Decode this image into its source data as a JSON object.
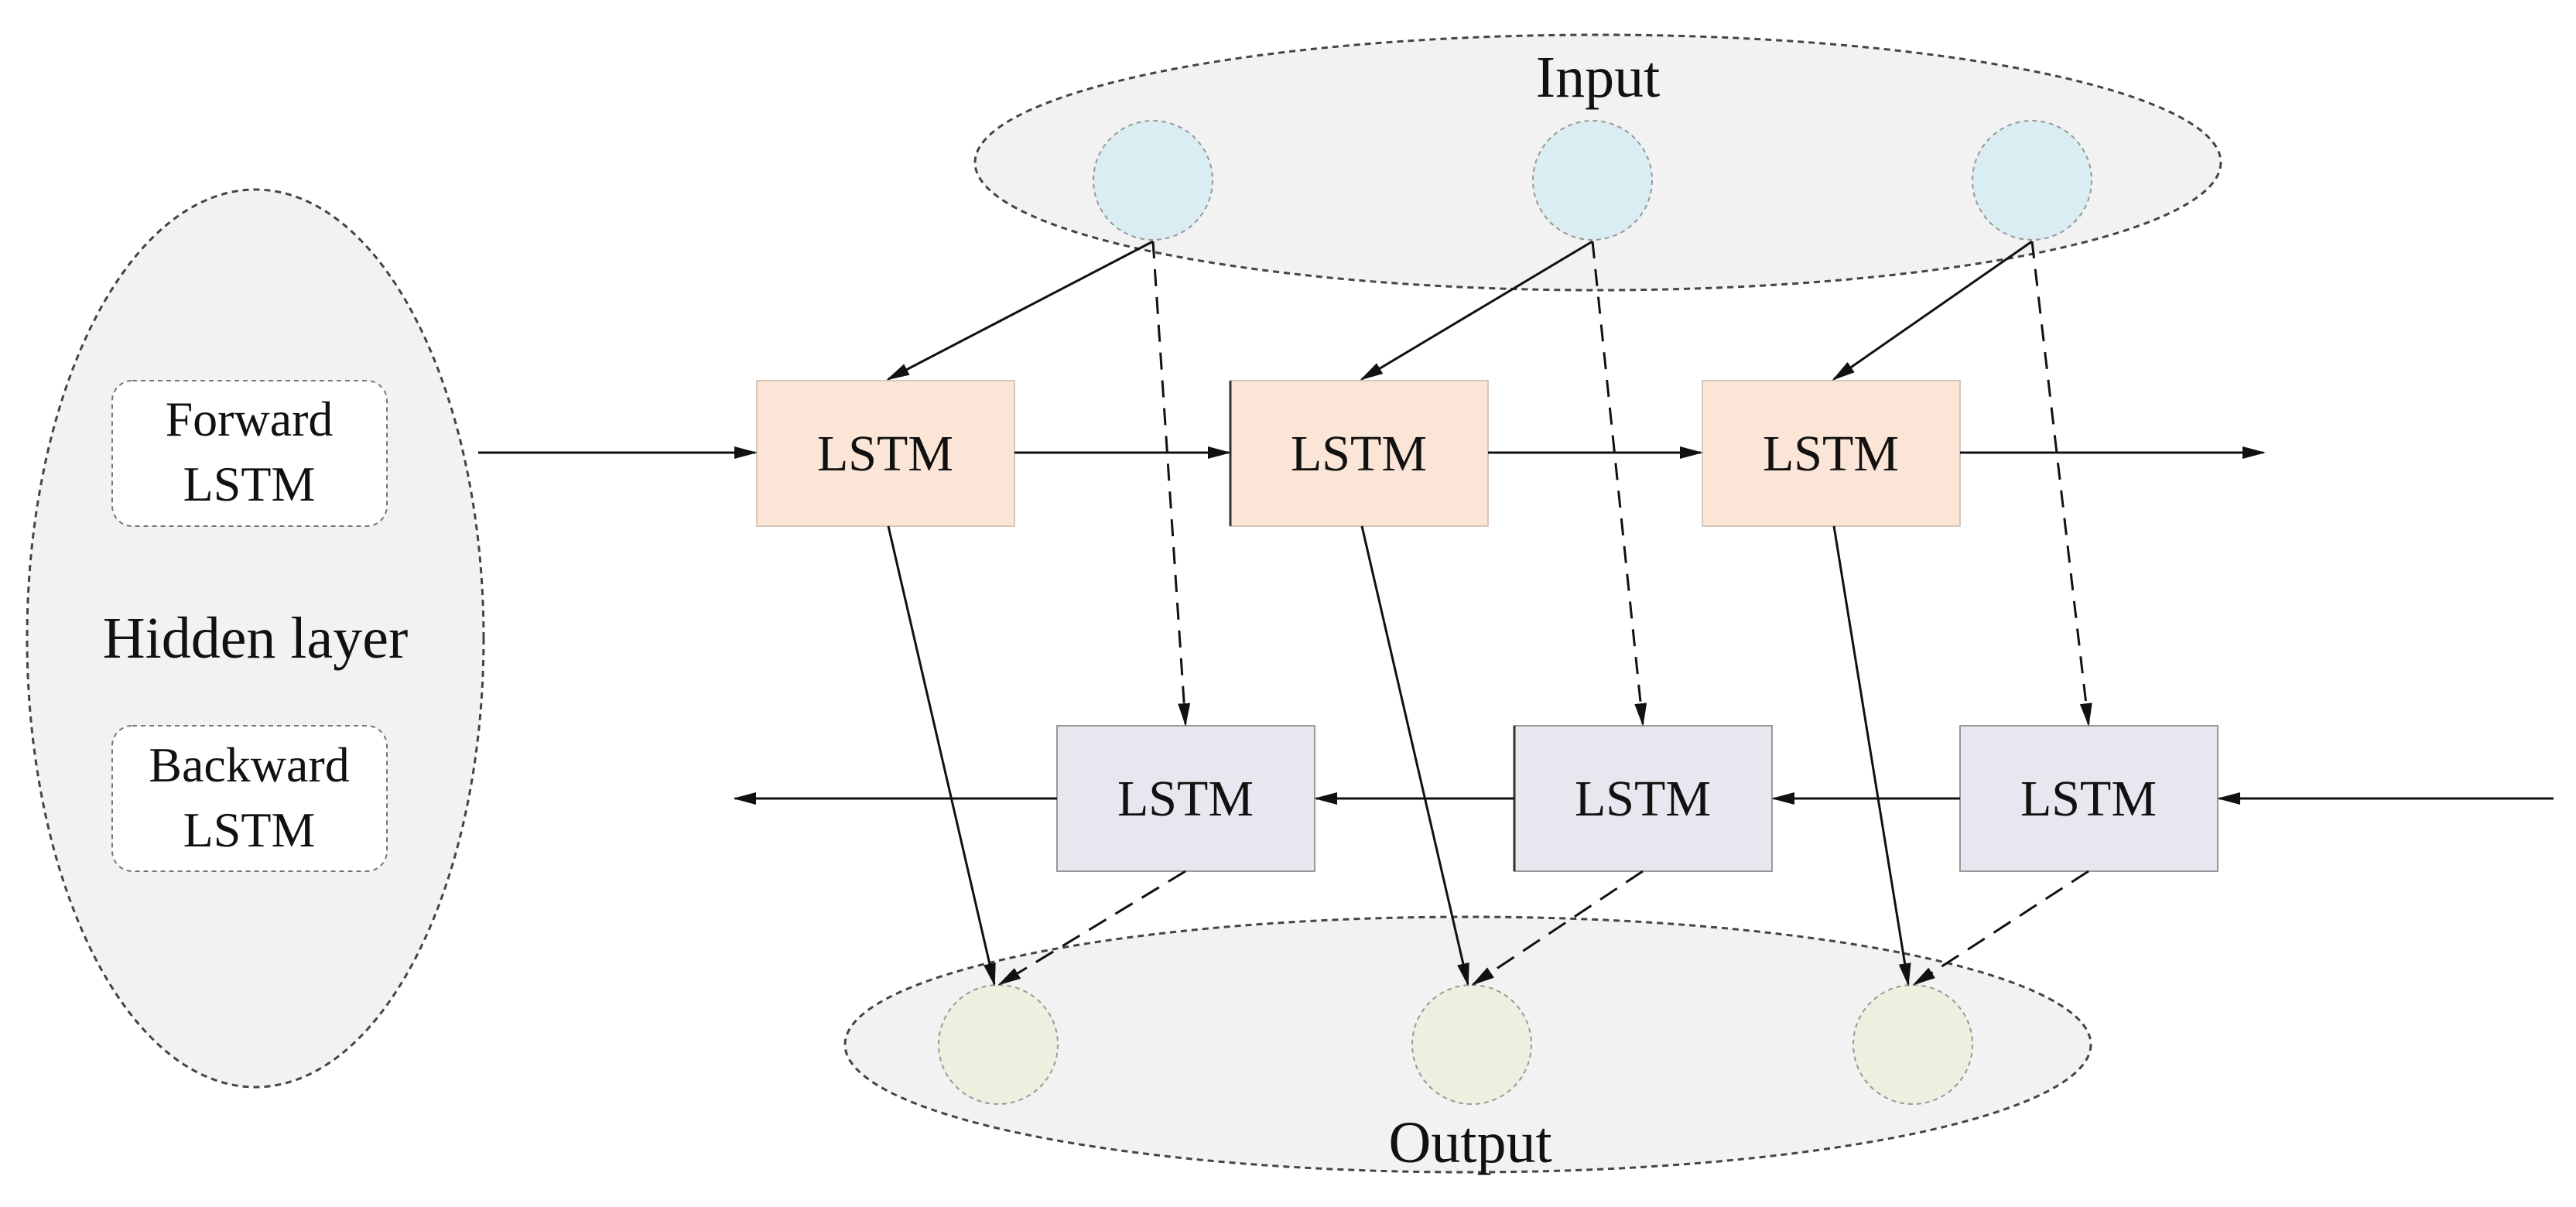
{
  "labels": {
    "input": "Input",
    "output": "Output",
    "hidden_layer": "Hidden layer",
    "forward_line1": "Forward",
    "forward_line2": "LSTM",
    "backward_line1": "Backward",
    "backward_line2": "LSTM"
  },
  "forward_cells": [
    "LSTM",
    "LSTM",
    "LSTM"
  ],
  "backward_cells": [
    "LSTM",
    "LSTM",
    "LSTM"
  ],
  "colors": {
    "ellipse_fill": "#f2f2f2",
    "input_node": "#daedf2",
    "output_node": "#ebf1de",
    "forward_cell": "#fbe5d6",
    "backward_cell": "#e8e6ee",
    "line": "#111111"
  }
}
